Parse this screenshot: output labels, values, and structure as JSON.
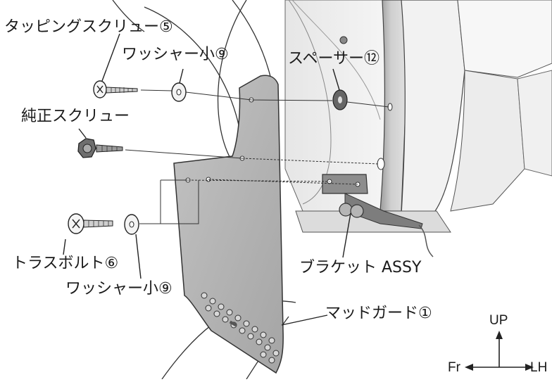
{
  "labels": {
    "tapping_screw": "タッピングスクリュー⑤",
    "washer_small_top": "ワッシャー小⑨",
    "spacer": "スペーサー⑫",
    "genuine_screw": "純正スクリュー",
    "truss_bolt": "トラスボルト⑥",
    "bracket_assy": "ブラケット ASSY",
    "washer_small_bottom": "ワッシャー小⑨",
    "mudguard": "マッドガード①"
  },
  "directions": {
    "up": "UP",
    "front": "Fr",
    "left": "LH"
  }
}
